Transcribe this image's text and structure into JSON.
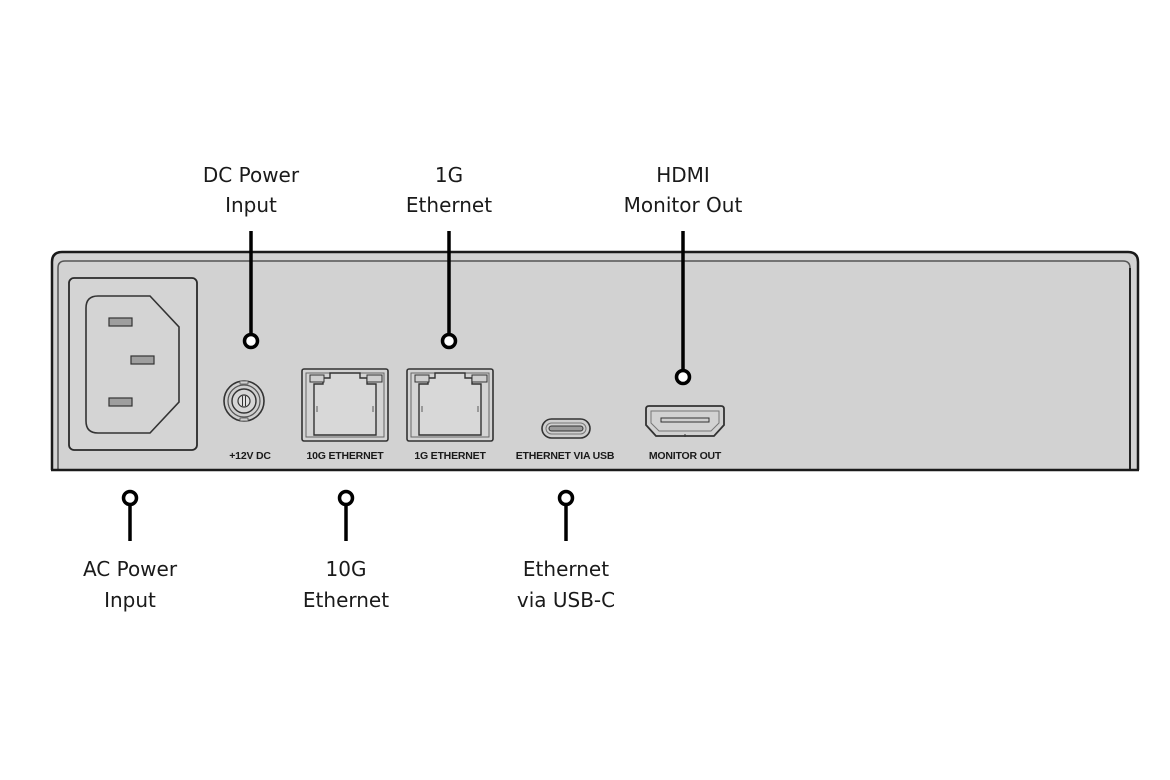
{
  "diagram": {
    "title": "Rear panel connections",
    "colors": {
      "panel": "#d2d2d2",
      "panel_light": "#dcdcdc",
      "outline": "#1a1a1a",
      "port_outline": "#3a3a3a",
      "port_fill": "#bdbdbd",
      "background": "#ffffff"
    },
    "port_labels": {
      "dc": "+12V DC",
      "eth10g": "10G ETHERNET",
      "eth1g": "1G ETHERNET",
      "usb": "ETHERNET VIA USB",
      "hdmi": "MONITOR OUT"
    },
    "callouts": {
      "dc_power": {
        "line1": "DC Power",
        "line2": "Input"
      },
      "eth_1g": {
        "line1": "1G",
        "line2": "Ethernet"
      },
      "hdmi": {
        "line1": "HDMI",
        "line2": "Monitor Out"
      },
      "ac_power": {
        "line1": "AC Power",
        "line2": "Input"
      },
      "eth_10g": {
        "line1": "10G",
        "line2": "Ethernet"
      },
      "eth_usb": {
        "line1": "Ethernet",
        "line2": "via USB-C"
      }
    }
  }
}
